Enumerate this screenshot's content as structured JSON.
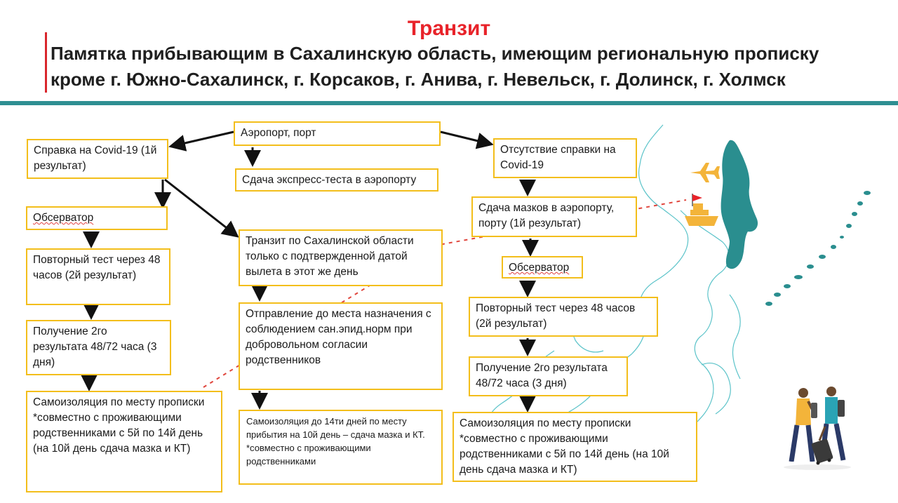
{
  "header": {
    "title": "Транзит",
    "subtitle_line1": "Памятка прибывающим в Сахалинскую область, имеющим региональную прописку",
    "subtitle_line2": "кроме г. Южно-Сахалинск, г. Корсаков, г. Анива, г. Невельск, г. Долинск, г. Холмск"
  },
  "nodes": {
    "airport": "Аэропорт, порт",
    "certificate": "Справка на Covid-19 (1й результат)",
    "express_test": "Сдача экспресс-теста в аэропорту",
    "no_certificate": "Отсутствие справки на Covid-19",
    "observator_left": "Обсерватор",
    "transit": "Транзит по Сахалинской области только с подтвержденной датой вылета в этот же день",
    "swab_airport": "Сдача мазков в аэропорту, порту (1й результат)",
    "observator_right": "Обсерватор",
    "retest_left": "Повторный тест через 48 часов (2й результат)",
    "departure": "Отправление до места назначения с соблюдением сан.эпид.норм при добровольном согласии родственников",
    "retest_right": "Повторный тест через 48 часов (2й результат)",
    "result_left": "Получение 2го результата 48/72 часа (3 дня)",
    "result_right": "Получение 2го результата 48/72 часа (3 дня)",
    "isolation_left": "Самоизоляция по месту прописки *совместно с проживающими родственниками с 5й по 14й день (на 10й день сдача мазка и КТ)",
    "isolation_middle": "Самоизоляция до 14ти дней по месту прибытия на 10й день – сдача мазка и КТ. *совместно с проживающими родственниками",
    "isolation_right": "Самоизоляция по месту прописки *совместно с проживающими родственниками с 5й по 14й день (на 10й день сдача мазка и КТ)"
  },
  "colors": {
    "title_red": "#e8232a",
    "box_border": "#f3be1b",
    "teal": "#2e8f92",
    "map_line": "#5bc3c9",
    "island": "#2a8e8f",
    "plane": "#f3b43a"
  },
  "icons": [
    "plane-icon",
    "ship-icon",
    "flag-icon",
    "travelers-illustration"
  ]
}
